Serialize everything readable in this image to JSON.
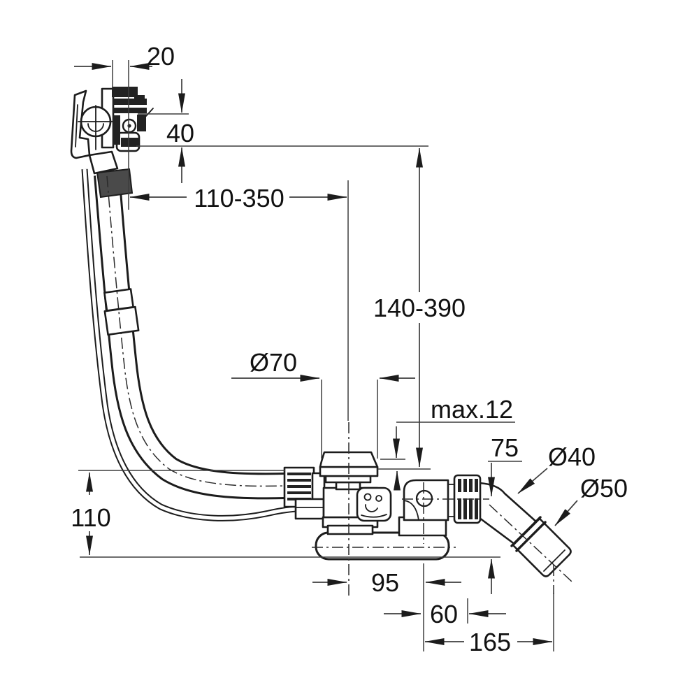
{
  "drawing": {
    "title": "bath-waste-overflow-filler-technical-drawing",
    "style": {
      "background": "#ffffff",
      "object_line_color": "#1c1c1c",
      "dimension_line_color": "#3d3d3d",
      "text_color": "#111111"
    },
    "dims": {
      "knob_offset": "20",
      "overflow_drop": "40",
      "horizontal_range": "110-350",
      "vertical_range": "140-390",
      "flange_diameter": "Ø70",
      "max_rim_thickness": "max.12",
      "outlet_height": "75",
      "outlet_diameter_small": "Ø40",
      "outlet_diameter_large": "Ø50",
      "trap_height": "110",
      "drain_to_elbow": "95",
      "elbow_to_joint": "60",
      "elbow_to_outlet_end": "165"
    },
    "components": [
      "overflow-filler-unit",
      "flexible-overflow-hose",
      "control-cable",
      "hose-couplings",
      "hose-union-fitting",
      "drain-flange",
      "waste-body",
      "bottle-trap",
      "outlet-elbow",
      "union-nut",
      "angled-outlet-pipe"
    ]
  }
}
